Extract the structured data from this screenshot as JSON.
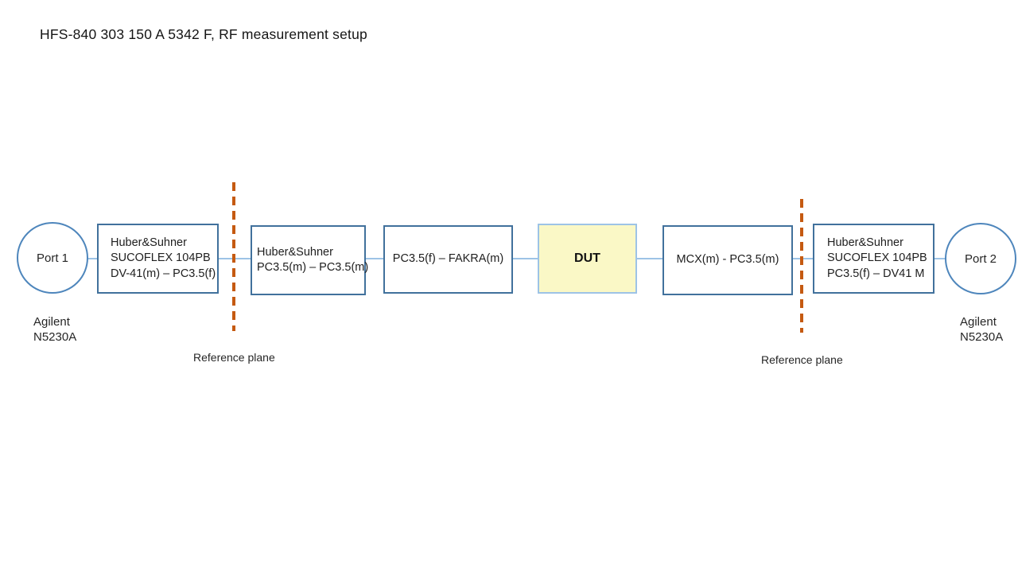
{
  "title": "HFS-840 303 150 A 5342 F, RF measurement setup",
  "colors": {
    "box_border": "#41719c",
    "port_border": "#4e86bc",
    "connector": "#9dc3e6",
    "reference_plane_dash": "#c55a11",
    "dut_fill": "#faf8c6",
    "dut_border": "#9dc3e6"
  },
  "chain": {
    "port1": {
      "label": "Port 1"
    },
    "port2": {
      "label": "Port 2"
    },
    "instrument_left": {
      "line1": "Agilent",
      "line2": "N5230A"
    },
    "instrument_right": {
      "line1": "Agilent",
      "line2": "N5230A"
    },
    "blocks": [
      {
        "name": "cable-left",
        "lines": [
          "Huber&Suhner",
          "SUCOFLEX 104PB",
          "DV-41(m) – PC3.5(f)"
        ]
      },
      {
        "name": "adapter-pc35-pc35",
        "lines": [
          "Huber&Suhner",
          "PC3.5(m) – PC3.5(m)"
        ]
      },
      {
        "name": "adapter-pc35-fakra",
        "lines": [
          "PC3.5(f) – FAKRA(m)"
        ]
      },
      {
        "name": "dut",
        "lines": [
          "DUT"
        ]
      },
      {
        "name": "adapter-mcx-pc35",
        "lines": [
          "MCX(m) - PC3.5(m)"
        ]
      },
      {
        "name": "cable-right",
        "lines": [
          "Huber&Suhner",
          "SUCOFLEX 104PB",
          "PC3.5(f) – DV41 M"
        ]
      }
    ],
    "reference_planes": [
      {
        "label": "Reference plane"
      },
      {
        "label": "Reference plane"
      }
    ]
  }
}
